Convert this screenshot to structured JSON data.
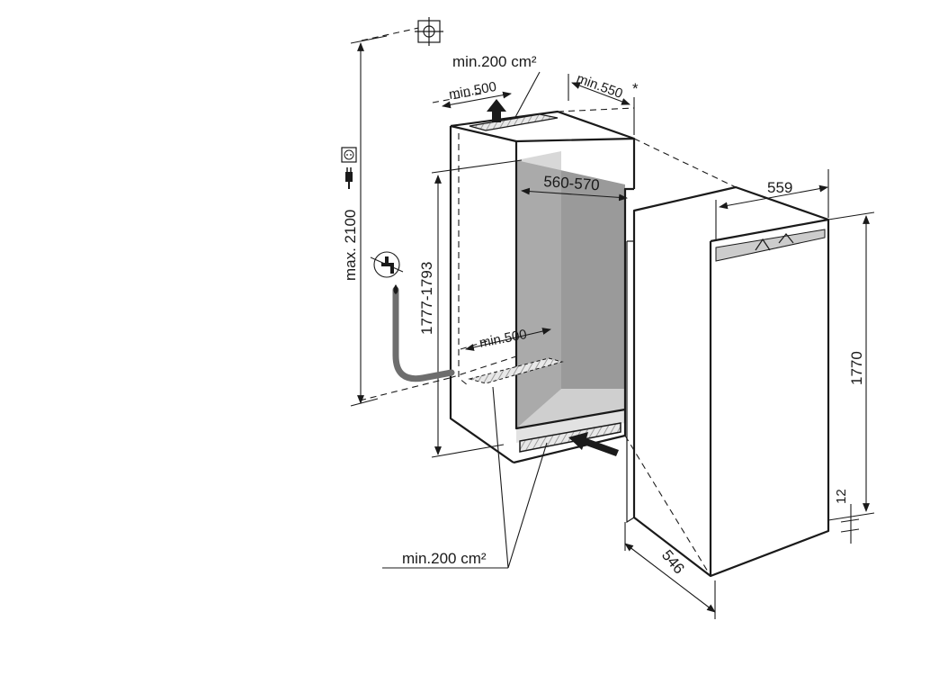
{
  "labels": {
    "top_vent_area": "min.200 cm²",
    "top_depth": "min.500",
    "niche_depth": "min.550",
    "niche_depth_asterisk": "*",
    "niche_width": "560-570",
    "niche_height": "1777-1793",
    "floor_depth": "min.500",
    "bottom_vent_area": "min.200 cm²",
    "socket_height": "max. 2100",
    "appliance_width": "559",
    "appliance_height": "1770",
    "appliance_plinth": "12",
    "appliance_depth": "546"
  },
  "colors": {
    "line": "#1a1a1a",
    "niche_back_wall": "#9a9a9a",
    "niche_floor": "#cfcfcf",
    "hatch": "#bdbdbd",
    "hose": "#6e6e6e"
  },
  "icons": [
    "crosshair-icon",
    "power-socket-icon",
    "power-plug-icon",
    "water-tap-icon",
    "water-drop-icon"
  ]
}
